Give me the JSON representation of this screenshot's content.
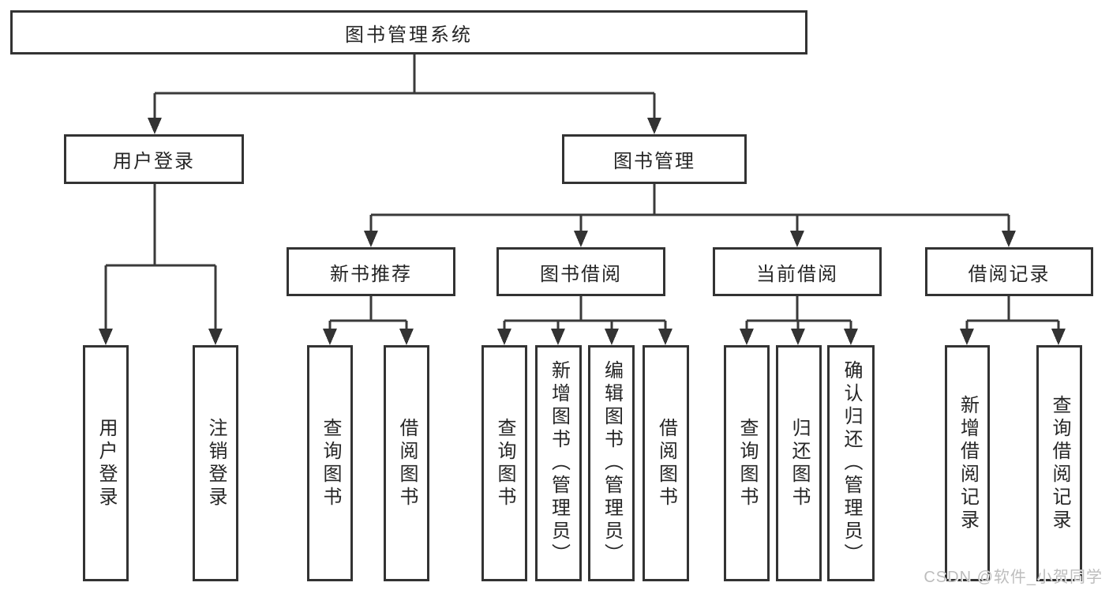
{
  "tree": {
    "root": {
      "label": "图书管理系统"
    },
    "branches": [
      {
        "label": "用户登录",
        "children": [
          {
            "label": "用户登录"
          },
          {
            "label": "注销登录"
          }
        ]
      },
      {
        "label": "图书管理",
        "children": [
          {
            "label": "新书推荐",
            "children": [
              {
                "label": "查询图书"
              },
              {
                "label": "借阅图书"
              }
            ]
          },
          {
            "label": "图书借阅",
            "children": [
              {
                "label": "查询图书"
              },
              {
                "label": "新增图书（管理员）"
              },
              {
                "label": "编辑图书（管理员）"
              },
              {
                "label": "借阅图书"
              }
            ]
          },
          {
            "label": "当前借阅",
            "children": [
              {
                "label": "查询图书"
              },
              {
                "label": "归还图书"
              },
              {
                "label": "确认归还（管理员）"
              }
            ]
          },
          {
            "label": "借阅记录",
            "children": [
              {
                "label": "新增借阅记录"
              },
              {
                "label": "查询借阅记录"
              }
            ]
          }
        ]
      }
    ]
  },
  "watermark": {
    "text": "CSDN @软件_小贺同学"
  },
  "colors": {
    "line": "#3a3a3a",
    "box_border": "#333333",
    "text": "#262626",
    "background": "#ffffff",
    "watermark": "#bdbdbd"
  }
}
